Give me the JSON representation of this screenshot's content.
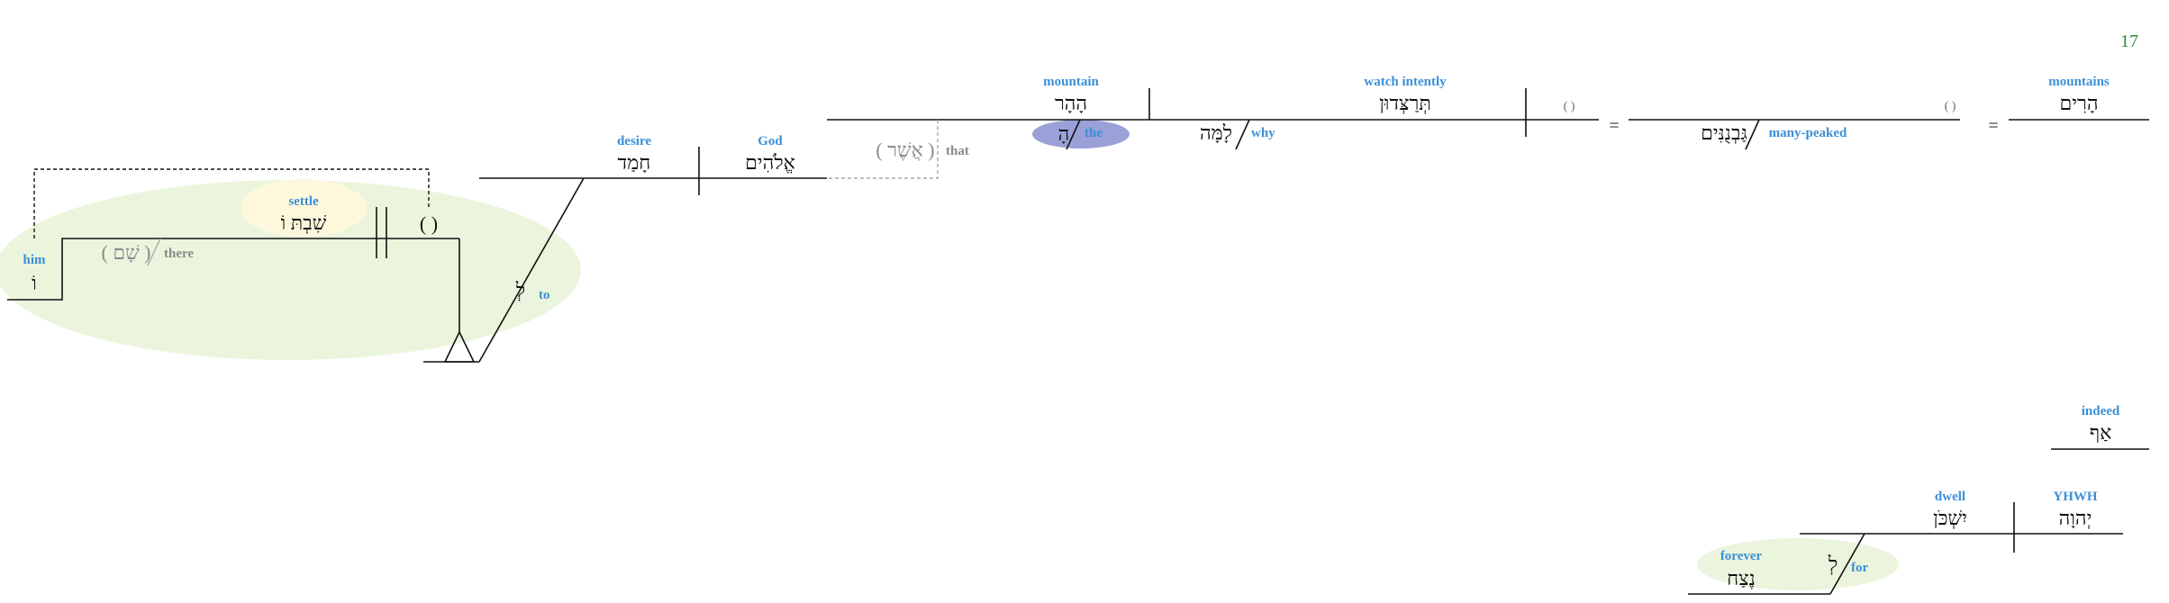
{
  "page": {
    "number": "17"
  },
  "colors": {
    "gloss": "#3d8fd6",
    "highlight_green": "#ebf5dd",
    "highlight_yellow": "#fdf8dc",
    "highlight_purple": "#9aa0d8",
    "page_number": "#2e8b2e"
  },
  "clause1": {
    "subject": {
      "hebrew": "הָרִים",
      "gloss": "mountains"
    },
    "appositive_mark": "( )",
    "equals": "=",
    "apposition": {
      "hebrew": "גַּבְנֻנִּים",
      "gloss": "many-peaked"
    },
    "verb": {
      "hebrew": "תְּרַצְּדוּן",
      "gloss": "watch intently"
    },
    "modifier_why": {
      "hebrew": "לָמָּה",
      "gloss": "why"
    },
    "object": {
      "hebrew": "הָהָר",
      "gloss": "mountain"
    },
    "article": {
      "hebrew": "הָ",
      "gloss": "the"
    }
  },
  "relative": {
    "relative_particle": {
      "hebrew": "( אֲשֶׁר )",
      "gloss": "that"
    },
    "subject": {
      "hebrew": "אֱלֹהִים",
      "gloss": "God"
    },
    "verb": {
      "hebrew": "חָמַד",
      "gloss": "desire"
    },
    "preposition": {
      "hebrew": "לְ",
      "gloss": "to"
    },
    "infinitive": {
      "hebrew": "שִׁבְתּ וֹ",
      "gloss": "settle"
    },
    "placeholder": "( )",
    "adverb": {
      "hebrew": "( שָׁם )",
      "gloss": "there"
    },
    "suffix": {
      "hebrew": "וֹ",
      "gloss": "him"
    }
  },
  "clause2": {
    "conjunction": {
      "hebrew": "אַף",
      "gloss": "indeed"
    },
    "subject": {
      "hebrew": "יְהוָה",
      "gloss": "YHWH"
    },
    "verb": {
      "hebrew": "יִשְׁכֹּן",
      "gloss": "dwell"
    },
    "preposition": {
      "hebrew": "לְ",
      "gloss": "for"
    },
    "object": {
      "hebrew": "נֶצַח",
      "gloss": "forever"
    }
  }
}
